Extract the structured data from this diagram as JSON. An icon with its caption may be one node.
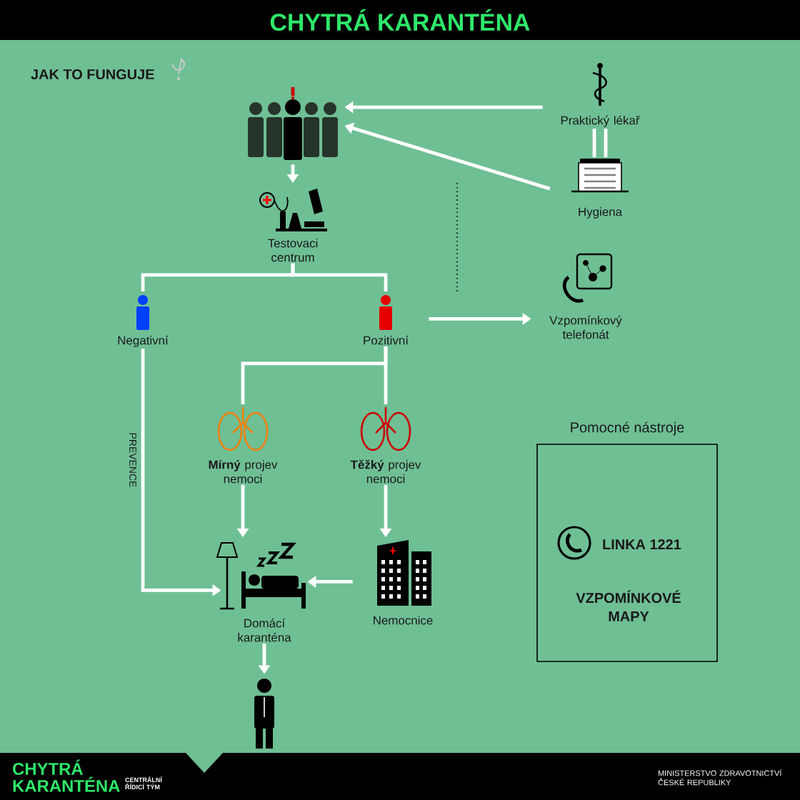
{
  "diagram": {
    "title": "CHYTRÁ KARANTÉNA",
    "nodes": [
      {
        "text": [],
        "shape": "person"
      },
      {
        "text": [
          "Praktický lékař"
        ]
      },
      {
        "text": [
          "Hygiena"
        ]
      },
      {
        "text": [
          "Testovaci centrum"
        ]
      },
      {
        "text": [
          "Negativní"
        ]
      },
      {
        "text": [
          "Pozitivní"
        ]
      },
      {
        "text": [
          "Vzpomínkový telefonát"
        ]
      },
      {
        "text": [
          "**Mírný** projev nemoci"
        ]
      },
      {
        "text": [
          "**Těžký** projev nemoci"
        ]
      },
      {
        "text": [
          "Domácí karanténa"
        ]
      },
      {
        "text": [
          "Nemocnice"
        ]
      },
      {
        "text": [],
        "shape": "person"
      },
      {
        "text": [
          "Pomocné nástroje",
          "LINKA 1221",
          "VZPOMÍNKOVÉ MAPY"
        ]
      }
    ],
    "edges": [
      {
        "from": 1,
        "to": 0,
        "arrow": "to"
      },
      {
        "from": 2,
        "to": 0,
        "arrow": "to"
      },
      {
        "from": 1,
        "to": 2,
        "arrow": "none"
      },
      {
        "from": 0,
        "to": 3,
        "arrow": "to"
      },
      {
        "from": 3,
        "to": 4,
        "arrow": "none"
      },
      {
        "from": 3,
        "to": 5,
        "arrow": "none"
      },
      {
        "from": 5,
        "to": 6,
        "arrow": "to"
      },
      {
        "from": 5,
        "to": 7,
        "arrow": "none"
      },
      {
        "from": 5,
        "to": 8,
        "arrow": "none"
      },
      {
        "from": 7,
        "to": 9,
        "arrow": "to"
      },
      {
        "from": 8,
        "to": 10,
        "arrow": "to"
      },
      {
        "from": 10,
        "to": 9,
        "arrow": "to"
      },
      {
        "from": 4,
        "to": 9,
        "arrow": "to",
        "label": "PREVENCE"
      },
      {
        "from": 9,
        "to": 11,
        "arrow": "to"
      }
    ],
    "labels": [
      "JAK TO FUNGUJE",
      "CHYTRÁ KARANTÉNA",
      "CENTRÁLNÍ ŘÍDICÍ TÝM",
      "MINISTERSTVO ZDRAVOTNICTVÍ ČESKÉ REPUBLIKY"
    ]
  }
}
